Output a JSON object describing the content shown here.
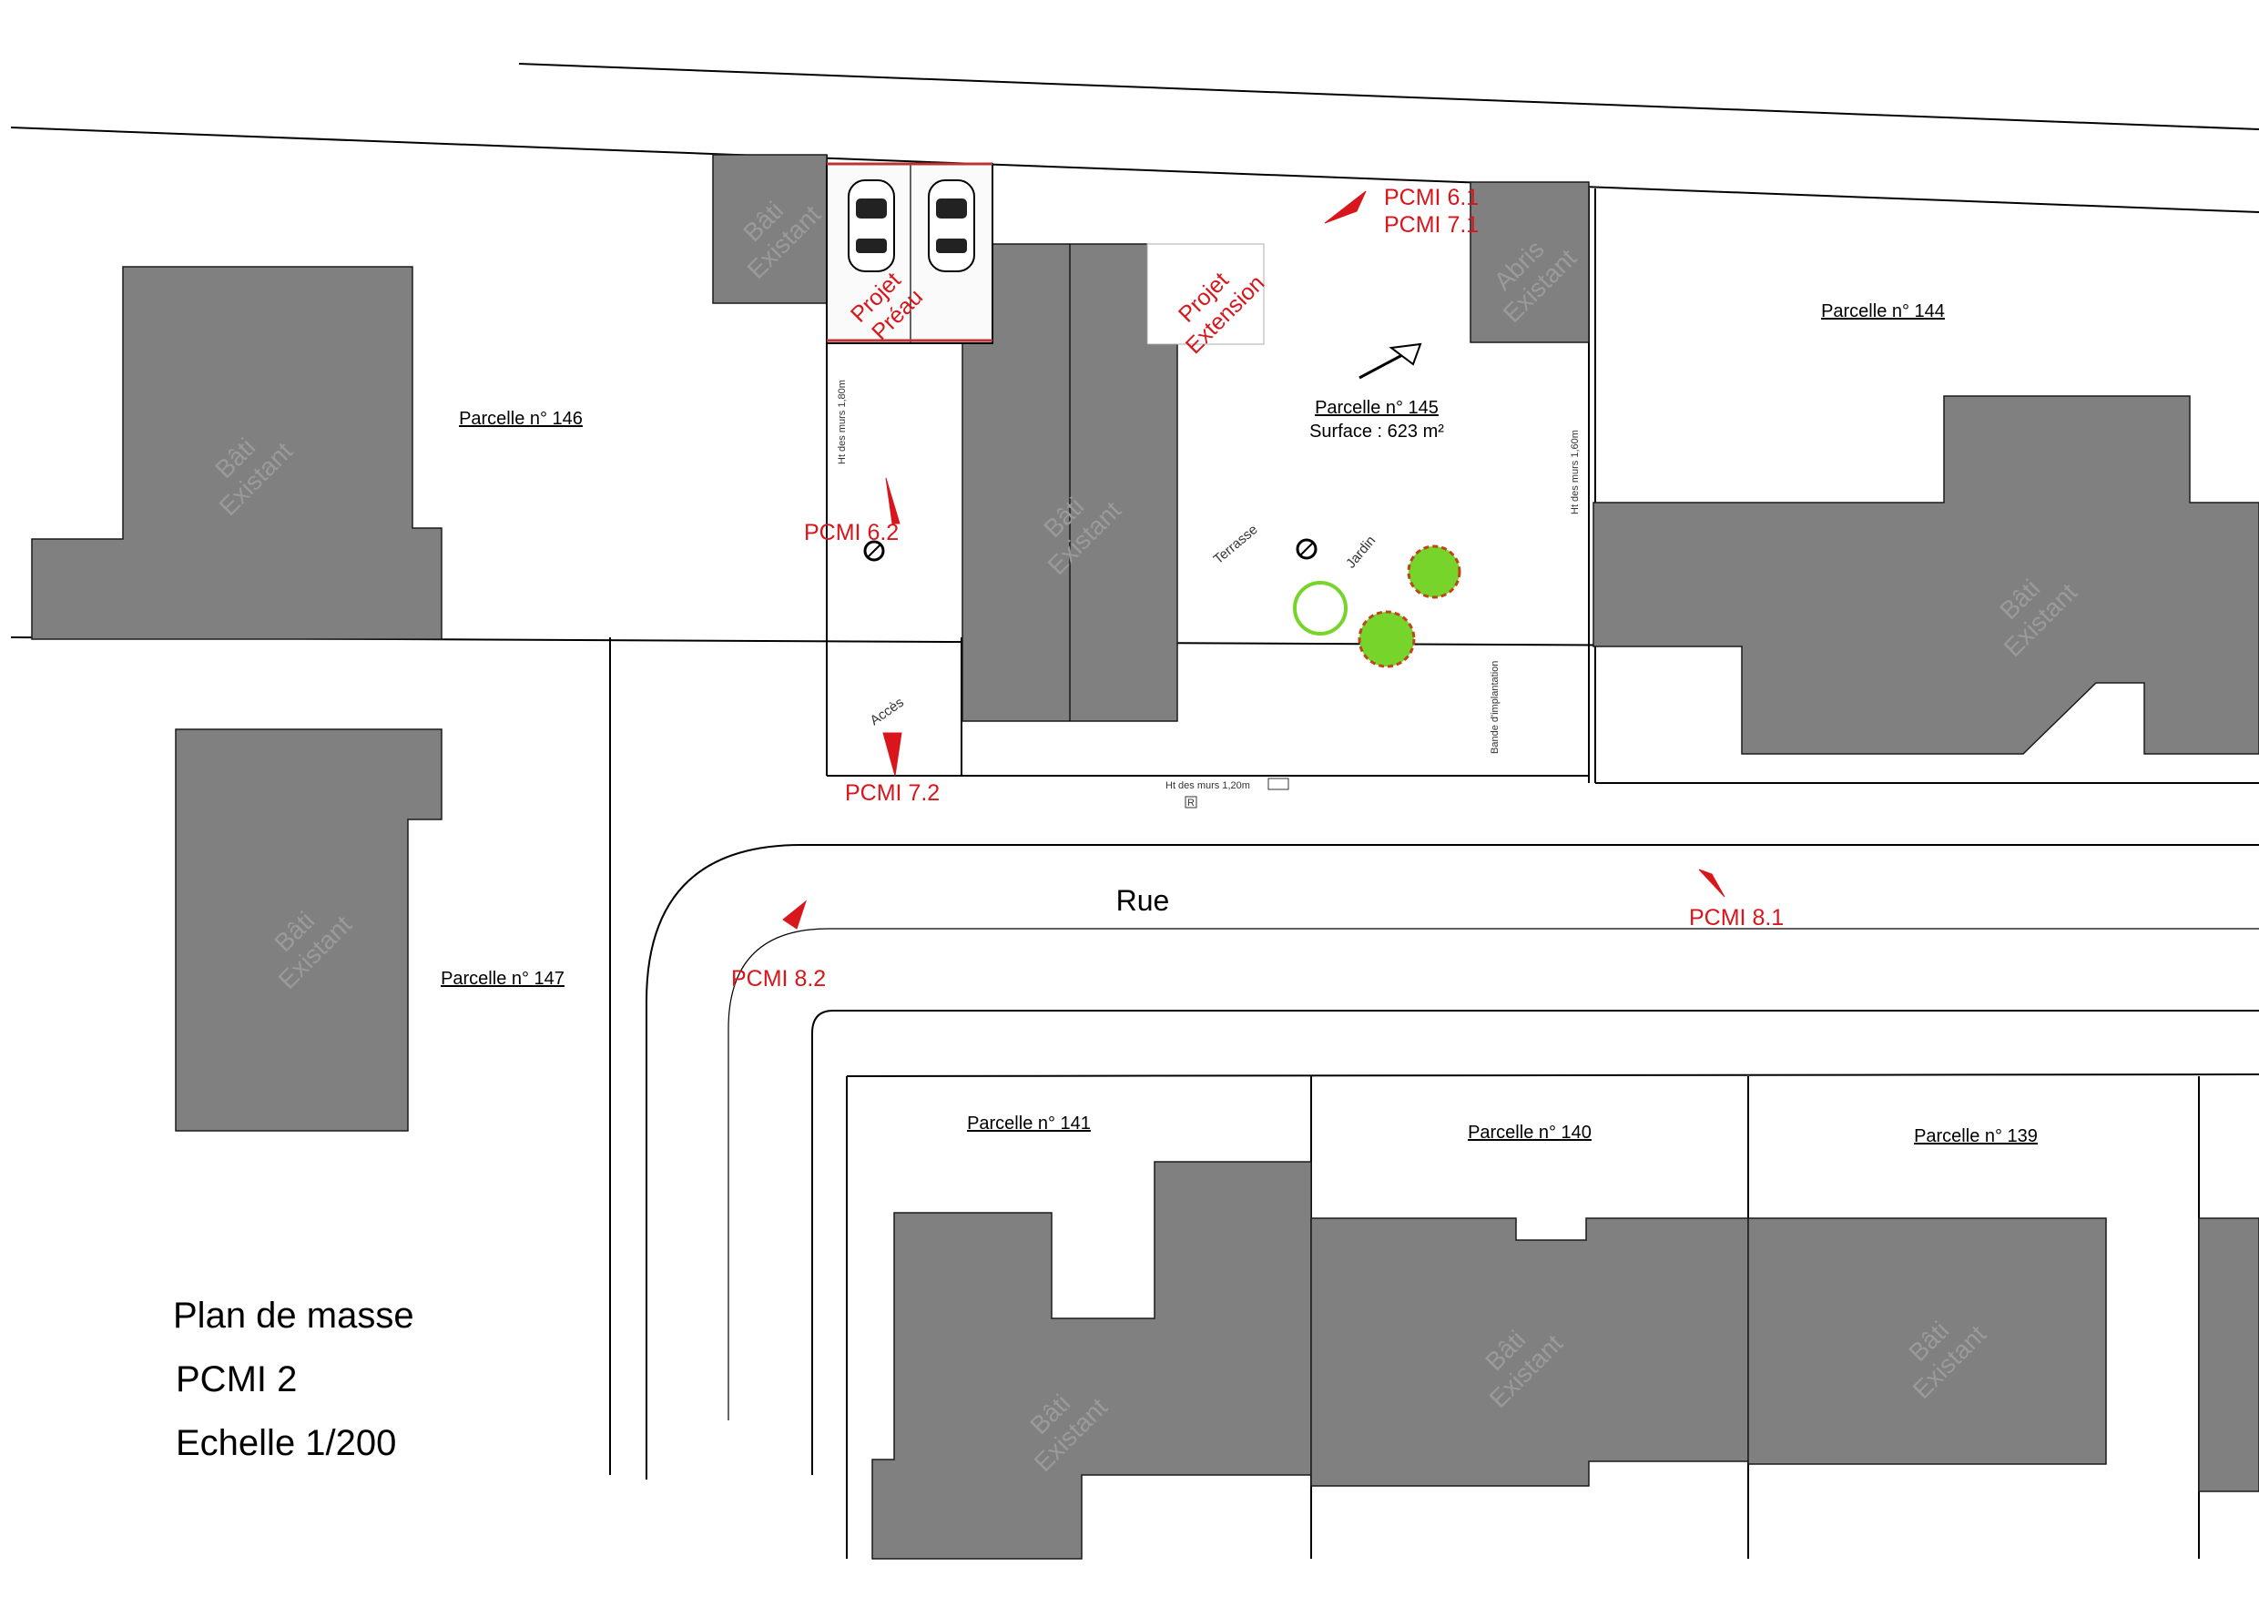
{
  "bati_label": [
    "Bâti",
    "Existant"
  ],
  "abris_label": [
    "Abris",
    "Existant"
  ],
  "projet_preau": [
    "Projet",
    "Préau"
  ],
  "projet_extension": [
    "Projet",
    "Extension"
  ],
  "parcelles": {
    "p146": "Parcelle n° 146",
    "p144": "Parcelle n° 144",
    "p145": "Parcelle n° 145",
    "p147": "Parcelle n° 147",
    "p141": "Parcelle n° 141",
    "p140": "Parcelle n° 140",
    "p139": "Parcelle n° 139"
  },
  "surface": "Surface : 623 m²",
  "rue": "Rue",
  "pcmi": {
    "v61": "PCMI 6.1",
    "v71": "PCMI 7.1",
    "v62": "PCMI 6.2",
    "v72": "PCMI 7.2",
    "v81": "PCMI 8.1",
    "v82": "PCMI 8.2"
  },
  "labels": {
    "terrasse": "Terrasse",
    "jardin": "Jardin",
    "acces": "Accès",
    "bande": "Bande d'implantation",
    "ht_murs_180": "Ht des murs 1,80m",
    "ht_murs_160": "Ht des murs 1,60m",
    "ht_murs_120": "Ht des murs 1,20m",
    "r_mark": "R"
  },
  "title_block": {
    "title": "Plan de masse",
    "code": "PCMI 2",
    "scale": "Echelle 1/200"
  },
  "colors": {
    "building": "#808080",
    "annotation": "#d8161b",
    "tree": "#77d42a"
  }
}
